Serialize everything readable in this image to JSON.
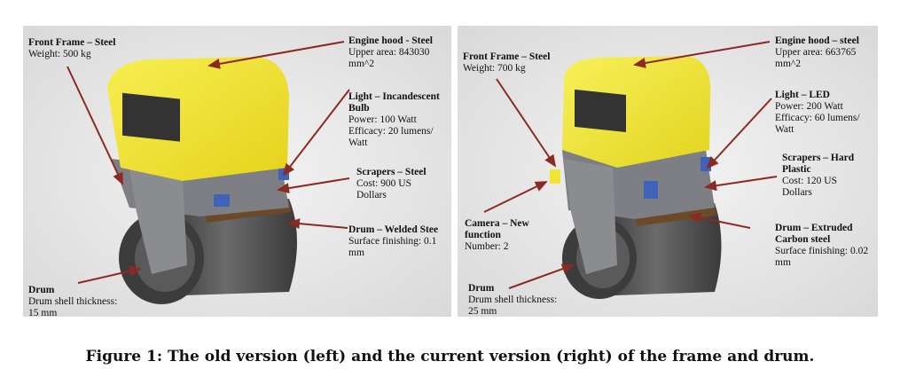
{
  "left_panel": {
    "front_frame": {
      "title": "Front Frame – Steel",
      "lines": [
        "Weight: 500 kg"
      ]
    },
    "engine_hood": {
      "title": "Engine hood - Steel",
      "lines": [
        "Upper area: 843030",
        "mm^2"
      ]
    },
    "light": {
      "title_lines": [
        "Light – Incandescent",
        "Bulb"
      ],
      "lines": [
        "Power: 100 Watt",
        "Efficacy: 20 lumens/",
        "Watt"
      ]
    },
    "scrapers": {
      "title": "Scrapers – Steel",
      "lines": [
        "Cost: 900 US",
        "Dollars"
      ]
    },
    "drum_material": {
      "title": "Drum – Welded Stee",
      "lines": [
        "Surface finishing: 0.1",
        "mm"
      ]
    },
    "drum": {
      "title": "Drum",
      "lines": [
        "Drum shell thickness:",
        "15 mm"
      ]
    }
  },
  "right_panel": {
    "front_frame": {
      "title": "Front Frame – Steel",
      "lines": [
        "Weight: 700 kg"
      ]
    },
    "engine_hood": {
      "title": "Engine hood – steel",
      "lines": [
        "Upper area: 663765",
        "mm^2"
      ]
    },
    "light": {
      "title": "Light – LED",
      "lines": [
        "Power: 200 Watt",
        "Efficacy: 60 lumens/",
        "Watt"
      ]
    },
    "scrapers": {
      "title_lines": [
        "Scrapers – Hard",
        "Plastic"
      ],
      "lines": [
        "Cost: 120 US",
        "Dollars"
      ]
    },
    "camera": {
      "title_lines": [
        "Camera – New",
        "function"
      ],
      "lines": [
        "Number: 2"
      ]
    },
    "drum_material": {
      "title_lines": [
        "Drum – Extruded",
        "Carbon steel"
      ],
      "lines": [
        "Surface finishing: 0.02",
        "mm"
      ]
    },
    "drum": {
      "title": "Drum",
      "lines": [
        "Drum shell thickness:",
        "25 mm"
      ]
    }
  },
  "caption": "Figure 1: The old version (left) and the current version (right) of the frame and drum.",
  "colors": {
    "hood": "#f2e531",
    "arrow": "#8b2a22",
    "frame": "#7d7f84",
    "light": "#3f63b8",
    "background": "#e9e9ea"
  }
}
